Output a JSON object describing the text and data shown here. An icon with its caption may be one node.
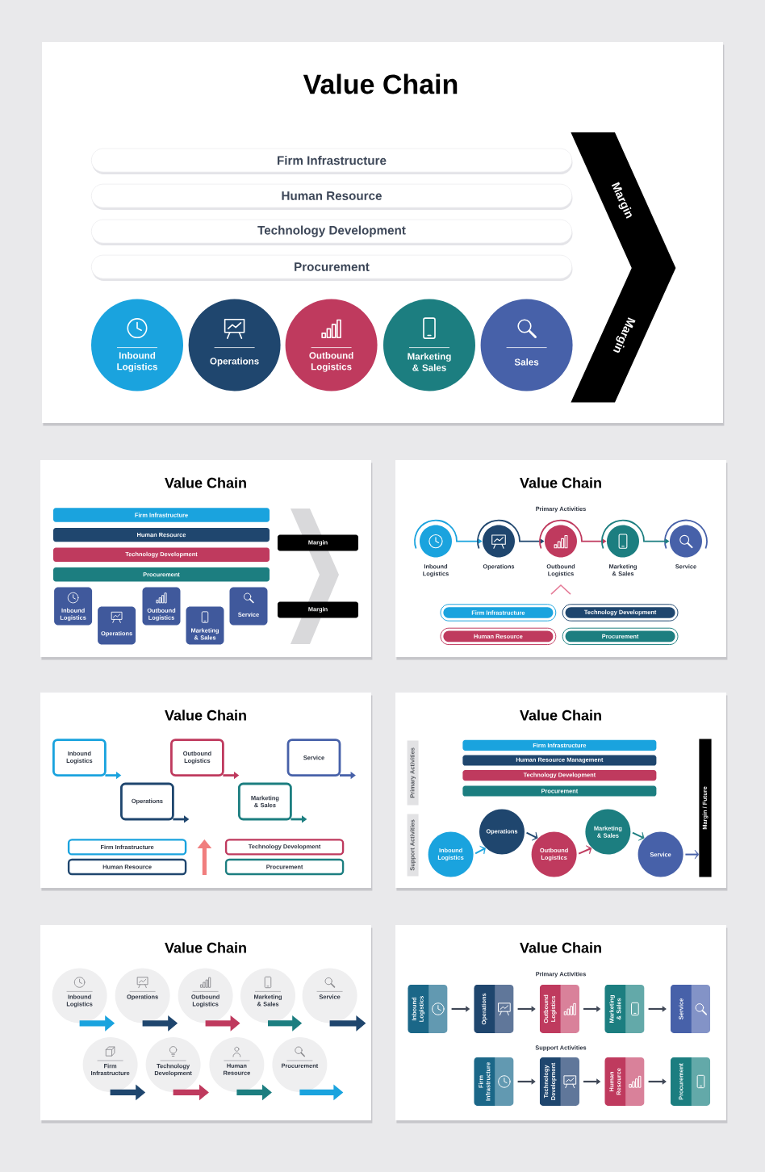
{
  "diagram": {
    "nodes": [
      {
        "text": [
          "Value Chain"
        ]
      },
      {
        "text": [
          "Firm Infrastructure"
        ],
        "in": 0
      },
      {
        "text": [
          "Human Resource"
        ],
        "in": 0
      },
      {
        "text": [
          "Technology Development"
        ],
        "in": 0
      },
      {
        "text": [
          "Procurement"
        ],
        "in": 0
      },
      {
        "text": [
          "Inbound Logistics"
        ],
        "in": 0
      },
      {
        "text": [
          "Operations"
        ],
        "in": 0
      },
      {
        "text": [
          "Outbound Logistics"
        ],
        "in": 0
      },
      {
        "text": [
          "Marketing & Sales"
        ],
        "in": 0
      },
      {
        "text": [
          "Sales"
        ],
        "in": 0
      },
      {
        "text": [
          "Margin",
          "Margin"
        ],
        "in": 0
      },
      {
        "text": [
          "Value Chain"
        ]
      },
      {
        "text": [
          "Firm Infrastructure"
        ],
        "in": 11
      },
      {
        "text": [
          "Human Resource"
        ],
        "in": 11
      },
      {
        "text": [
          "Technology Development"
        ],
        "in": 11
      },
      {
        "text": [
          "Procurement"
        ],
        "in": 11
      },
      {
        "text": [
          "Inbound Logistics"
        ],
        "in": 11
      },
      {
        "text": [
          "Operations"
        ],
        "in": 11
      },
      {
        "text": [
          "Outbound Logistics"
        ],
        "in": 11
      },
      {
        "text": [
          "Marketing & Sales"
        ],
        "in": 11
      },
      {
        "text": [
          "Service"
        ],
        "in": 11
      },
      {
        "text": [
          "Margin"
        ],
        "in": 11
      },
      {
        "text": [
          "Margin"
        ],
        "in": 11
      },
      {
        "text": [
          "Value Chain"
        ]
      },
      {
        "text": [],
        "shape": "circle",
        "beside": [
          "Inbound Logistics"
        ],
        "in": 23
      },
      {
        "text": [],
        "shape": "circle",
        "beside": [
          "Operations"
        ],
        "in": 23
      },
      {
        "text": [],
        "shape": "circle",
        "beside": [
          "Outbound Logistics"
        ],
        "in": 23
      },
      {
        "text": [],
        "shape": "circle",
        "beside": [
          "Marketing & Sales"
        ],
        "in": 23
      },
      {
        "text": [],
        "shape": "circle",
        "beside": [
          "Service"
        ],
        "in": 23
      },
      {
        "text": [
          "Firm Infrastructure"
        ],
        "in": 23
      },
      {
        "text": [
          "Technology Development"
        ],
        "in": 23
      },
      {
        "text": [
          "Human Resource"
        ],
        "in": 23
      },
      {
        "text": [
          "Procurement"
        ],
        "in": 23
      },
      {
        "text": [
          "Value Chain"
        ]
      },
      {
        "text": [
          "Inbound Logistics"
        ],
        "in": 33
      },
      {
        "text": [
          "Operations"
        ],
        "in": 33
      },
      {
        "text": [
          "Outbound Logistics"
        ],
        "in": 33
      },
      {
        "text": [
          "Marketing & Sales"
        ],
        "in": 33
      },
      {
        "text": [
          "Service"
        ],
        "in": 33
      },
      {
        "text": [
          "Firm Infrastructure"
        ],
        "in": 33
      },
      {
        "text": [
          "Technology Development"
        ],
        "in": 33
      },
      {
        "text": [
          "Human Resource"
        ],
        "in": 33
      },
      {
        "text": [
          "Procurement"
        ],
        "in": 33
      },
      {
        "text": [
          "Value Chain"
        ]
      },
      {
        "text": [
          "Primary Activities"
        ],
        "in": 43
      },
      {
        "text": [
          "Firm Infrastructure"
        ],
        "in": 43
      },
      {
        "text": [
          "Human Resource Management"
        ],
        "in": 43
      },
      {
        "text": [
          "Technology Development"
        ],
        "in": 43
      },
      {
        "text": [
          "Procurement"
        ],
        "in": 43
      },
      {
        "text": [
          "Margin / Future"
        ],
        "in": 43
      },
      {
        "text": [
          "Support Activities"
        ],
        "in": 43
      },
      {
        "text": [
          "Inbound Logistics"
        ],
        "in": 43
      },
      {
        "text": [
          "Operations"
        ],
        "in": 43
      },
      {
        "text": [
          "Outbound Logistics"
        ],
        "in": 43
      },
      {
        "text": [
          "Marketing & Sales"
        ],
        "in": 43
      },
      {
        "text": [
          "Service"
        ],
        "in": 43
      },
      {
        "text": [
          "Value Chain"
        ]
      },
      {
        "text": [
          "Inbound Logistics"
        ],
        "in": 56
      },
      {
        "text": [
          "Operations"
        ],
        "in": 56
      },
      {
        "text": [
          "Outbound Logistics"
        ],
        "in": 56
      },
      {
        "text": [
          "Marketing & Sales"
        ],
        "in": 56
      },
      {
        "text": [
          "Service"
        ],
        "in": 56
      },
      {
        "text": [
          "Firm Infrastructure"
        ],
        "in": 56
      },
      {
        "text": [
          "Technology Development"
        ],
        "in": 56
      },
      {
        "text": [
          "Human Resource"
        ],
        "in": 56
      },
      {
        "text": [
          "Procurement"
        ],
        "in": 56
      },
      {
        "text": [
          "Value Chain"
        ]
      },
      {
        "text": [
          "Inbound Logistics"
        ],
        "in": 66
      },
      {
        "text": [
          "Operations"
        ],
        "in": 66
      },
      {
        "text": [
          "Outbound Logistics"
        ],
        "in": 66
      },
      {
        "text": [
          "Marketing & Sales"
        ],
        "in": 66
      },
      {
        "text": [
          "Service"
        ],
        "in": 66
      },
      {
        "text": [
          "Firm Infrastructure"
        ],
        "in": 66
      },
      {
        "text": [
          "Technology Development"
        ],
        "in": 66
      },
      {
        "text": [
          "Human Resource"
        ],
        "in": 66
      },
      {
        "text": [
          "Procurement"
        ],
        "in": 66
      }
    ],
    "edges": [
      {
        "from": 24,
        "to": 25,
        "arrow": "to",
        "color": "#1aa3de"
      },
      {
        "from": 25,
        "to": 26,
        "arrow": "to",
        "color": "#1f466e"
      },
      {
        "from": 26,
        "to": 27,
        "arrow": "to",
        "color": "#bf3a5e"
      },
      {
        "from": 27,
        "to": 28,
        "arrow": "to",
        "color": "#1c7e80"
      },
      {
        "from": 34,
        "to": 35,
        "arrow": "to",
        "color": "#1aa3de"
      },
      {
        "from": 35,
        "to": null,
        "arrow": "to",
        "color": "#1f466e"
      },
      {
        "from": 36,
        "to": 37,
        "arrow": "to",
        "color": "#bf3a5e"
      },
      {
        "from": 37,
        "to": null,
        "arrow": "to",
        "color": "#1c7e80"
      },
      {
        "from": 38,
        "to": null,
        "arrow": "to",
        "color": "#4761a9"
      },
      {
        "from": 51,
        "to": 52,
        "arrow": "to",
        "color": "#1aa3de"
      },
      {
        "from": 52,
        "to": 53,
        "arrow": "to",
        "color": "#1f466e"
      },
      {
        "from": 53,
        "to": 54,
        "arrow": "to",
        "color": "#bf3a5e"
      },
      {
        "from": 54,
        "to": 55,
        "arrow": "to",
        "color": "#1c7e80"
      },
      {
        "from": 55,
        "to": 49,
        "arrow": "to",
        "color": "#4761a9"
      },
      {
        "from": 57,
        "to": 58,
        "arrow": "to",
        "style": "thick",
        "color": "#1aa3de"
      },
      {
        "from": 58,
        "to": 59,
        "arrow": "to",
        "style": "thick",
        "color": "#1f466e"
      },
      {
        "from": 59,
        "to": 60,
        "arrow": "to",
        "style": "thick",
        "color": "#bf3a5e"
      },
      {
        "from": 60,
        "to": 61,
        "arrow": "to",
        "style": "thick",
        "color": "#1c7e80"
      },
      {
        "from": 61,
        "to": null,
        "arrow": "to",
        "style": "thick",
        "color": "#1f466e"
      },
      {
        "from": 62,
        "to": 63,
        "arrow": "to",
        "style": "thick",
        "color": "#1f466e"
      },
      {
        "from": 63,
        "to": 64,
        "arrow": "to",
        "style": "thick",
        "color": "#bf3a5e"
      },
      {
        "from": 64,
        "to": 65,
        "arrow": "to",
        "style": "thick",
        "color": "#1c7e80"
      },
      {
        "from": 65,
        "to": null,
        "arrow": "to",
        "style": "thick",
        "color": "#1aa3de"
      },
      {
        "from": 67,
        "to": 68,
        "arrow": "to"
      },
      {
        "from": 68,
        "to": 69,
        "arrow": "to"
      },
      {
        "from": 69,
        "to": 70,
        "arrow": "to"
      },
      {
        "from": 70,
        "to": 71,
        "arrow": "to"
      },
      {
        "from": 72,
        "to": 73,
        "arrow": "to"
      },
      {
        "from": 73,
        "to": 74,
        "arrow": "to"
      },
      {
        "from": 74,
        "to": 75,
        "arrow": "to"
      }
    ],
    "labels": [
      "Primary Activities",
      "Primary Activities",
      "Support Activities"
    ]
  }
}
